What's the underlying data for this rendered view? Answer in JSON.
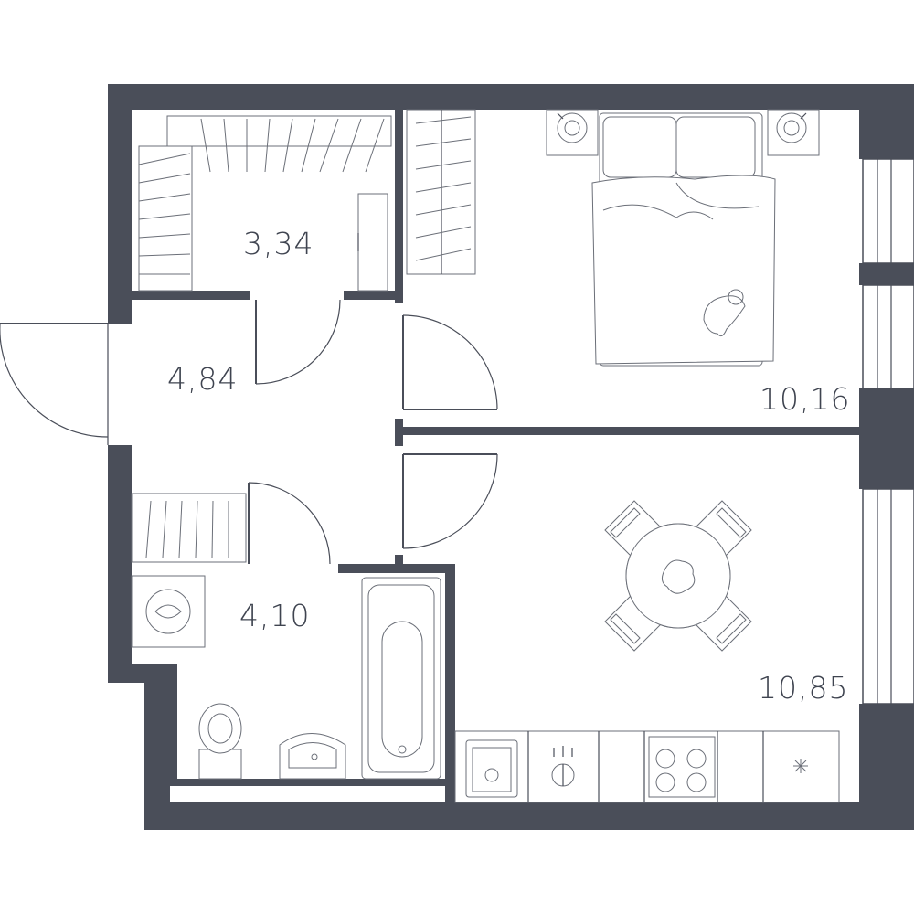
{
  "plan": {
    "colors": {
      "wall": "#4a4e59",
      "line": "#6b6f78",
      "background": "#ffffff"
    },
    "rooms": {
      "wardrobe": {
        "area": "3,34"
      },
      "hall": {
        "area": "4,84"
      },
      "bedroom": {
        "area": "10,16"
      },
      "bathroom": {
        "area": "4,10"
      },
      "kitchen": {
        "area": "10,85"
      }
    }
  }
}
